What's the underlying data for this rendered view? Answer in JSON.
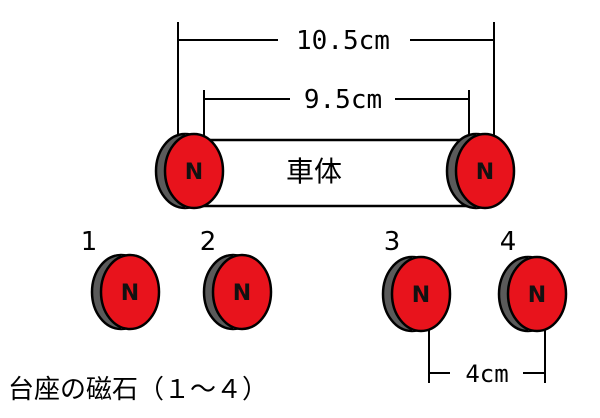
{
  "dimensions": {
    "outer": "10.5cm",
    "inner": "9.5cm",
    "spacing": "4cm"
  },
  "body_label": "車体",
  "pole_letter": "N",
  "magnet_numbers": [
    "1",
    "2",
    "3",
    "4"
  ],
  "caption": "台座の磁石（１～４）",
  "colors": {
    "magnet_face": "#e8131c",
    "magnet_rim": "#5a5a5a",
    "magnet_edge": "#000000"
  }
}
